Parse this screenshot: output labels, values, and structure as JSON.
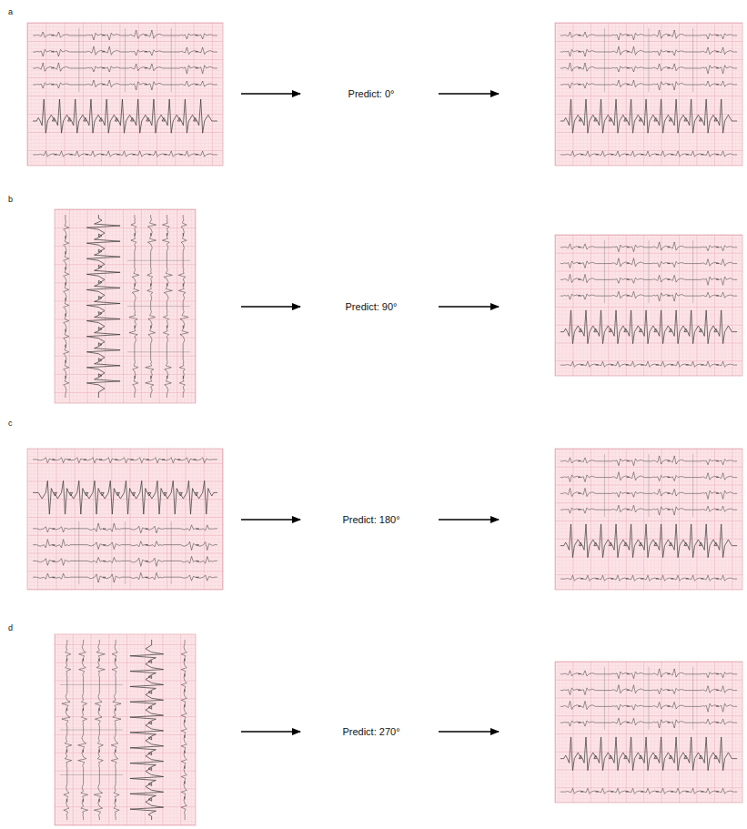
{
  "diagram": {
    "labels": [
      "a",
      "Predict: 0°",
      "b",
      "Predict: 90°",
      "c",
      "Predict: 180°",
      "d",
      "Predict: 270°"
    ]
  }
}
